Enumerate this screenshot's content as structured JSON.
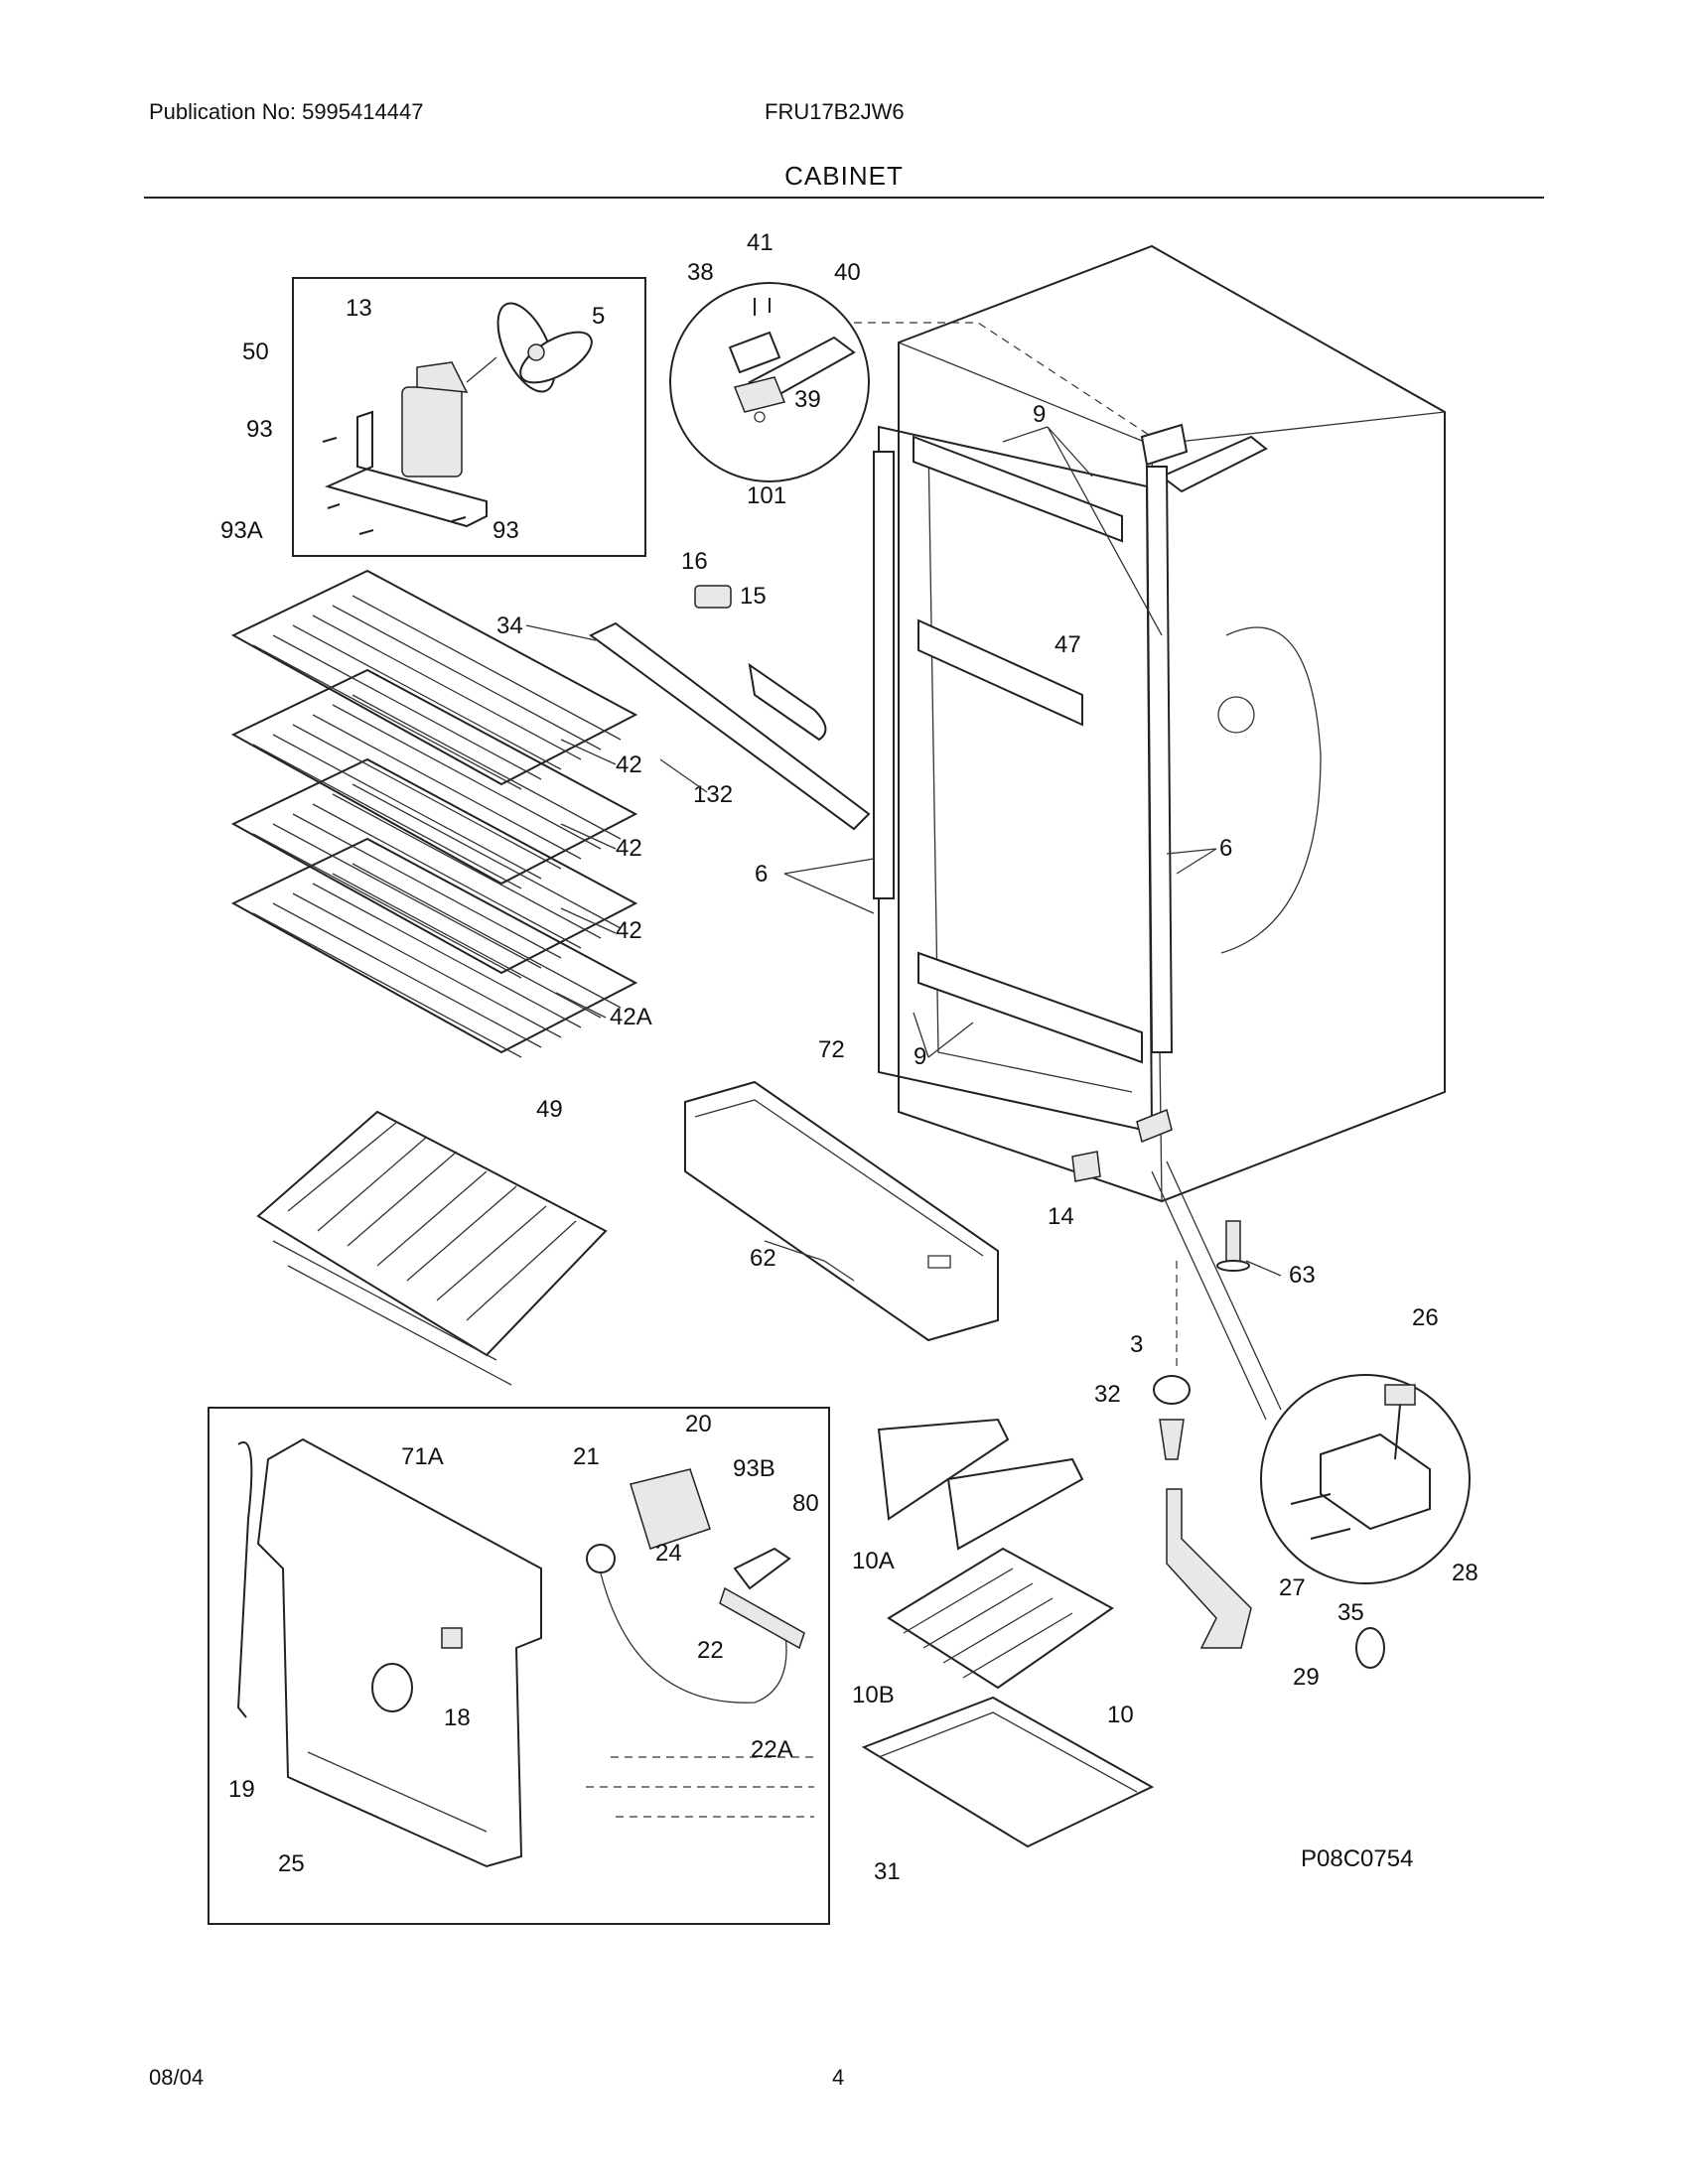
{
  "header": {
    "publication": "Publication No: 5995414447",
    "model": "FRU17B2JW6",
    "section_title": "CABINET"
  },
  "footer": {
    "date": "08/04",
    "page": "4"
  },
  "diagram": {
    "figure_code": "P08C0754",
    "callouts": {
      "c41": "41",
      "c38": "38",
      "c40": "40",
      "c39": "39",
      "c101": "101",
      "c13": "13",
      "c5": "5",
      "c50": "50",
      "c93a": "93",
      "c93b": "93",
      "c93A": "93A",
      "c9a": "9",
      "c9b": "9",
      "c16": "16",
      "c15": "15",
      "c34": "34",
      "c47": "47",
      "c42a": "42",
      "c42b": "42",
      "c42c": "42",
      "c42A": "42A",
      "c132": "132",
      "c6a": "6",
      "c6b": "6",
      "c49": "49",
      "c72": "72",
      "c14": "14",
      "c62": "62",
      "c63": "63",
      "c26": "26",
      "c3": "3",
      "c32": "32",
      "c27": "27",
      "c28": "28",
      "c35": "35",
      "c29": "29",
      "c20": "20",
      "c71A": "71A",
      "c21": "21",
      "c93B": "93B",
      "c80": "80",
      "c24": "24",
      "c22": "22",
      "c18": "18",
      "c22A": "22A",
      "c19": "19",
      "c25": "25",
      "c10A": "10A",
      "c10B": "10B",
      "c10": "10",
      "c31": "31"
    }
  }
}
